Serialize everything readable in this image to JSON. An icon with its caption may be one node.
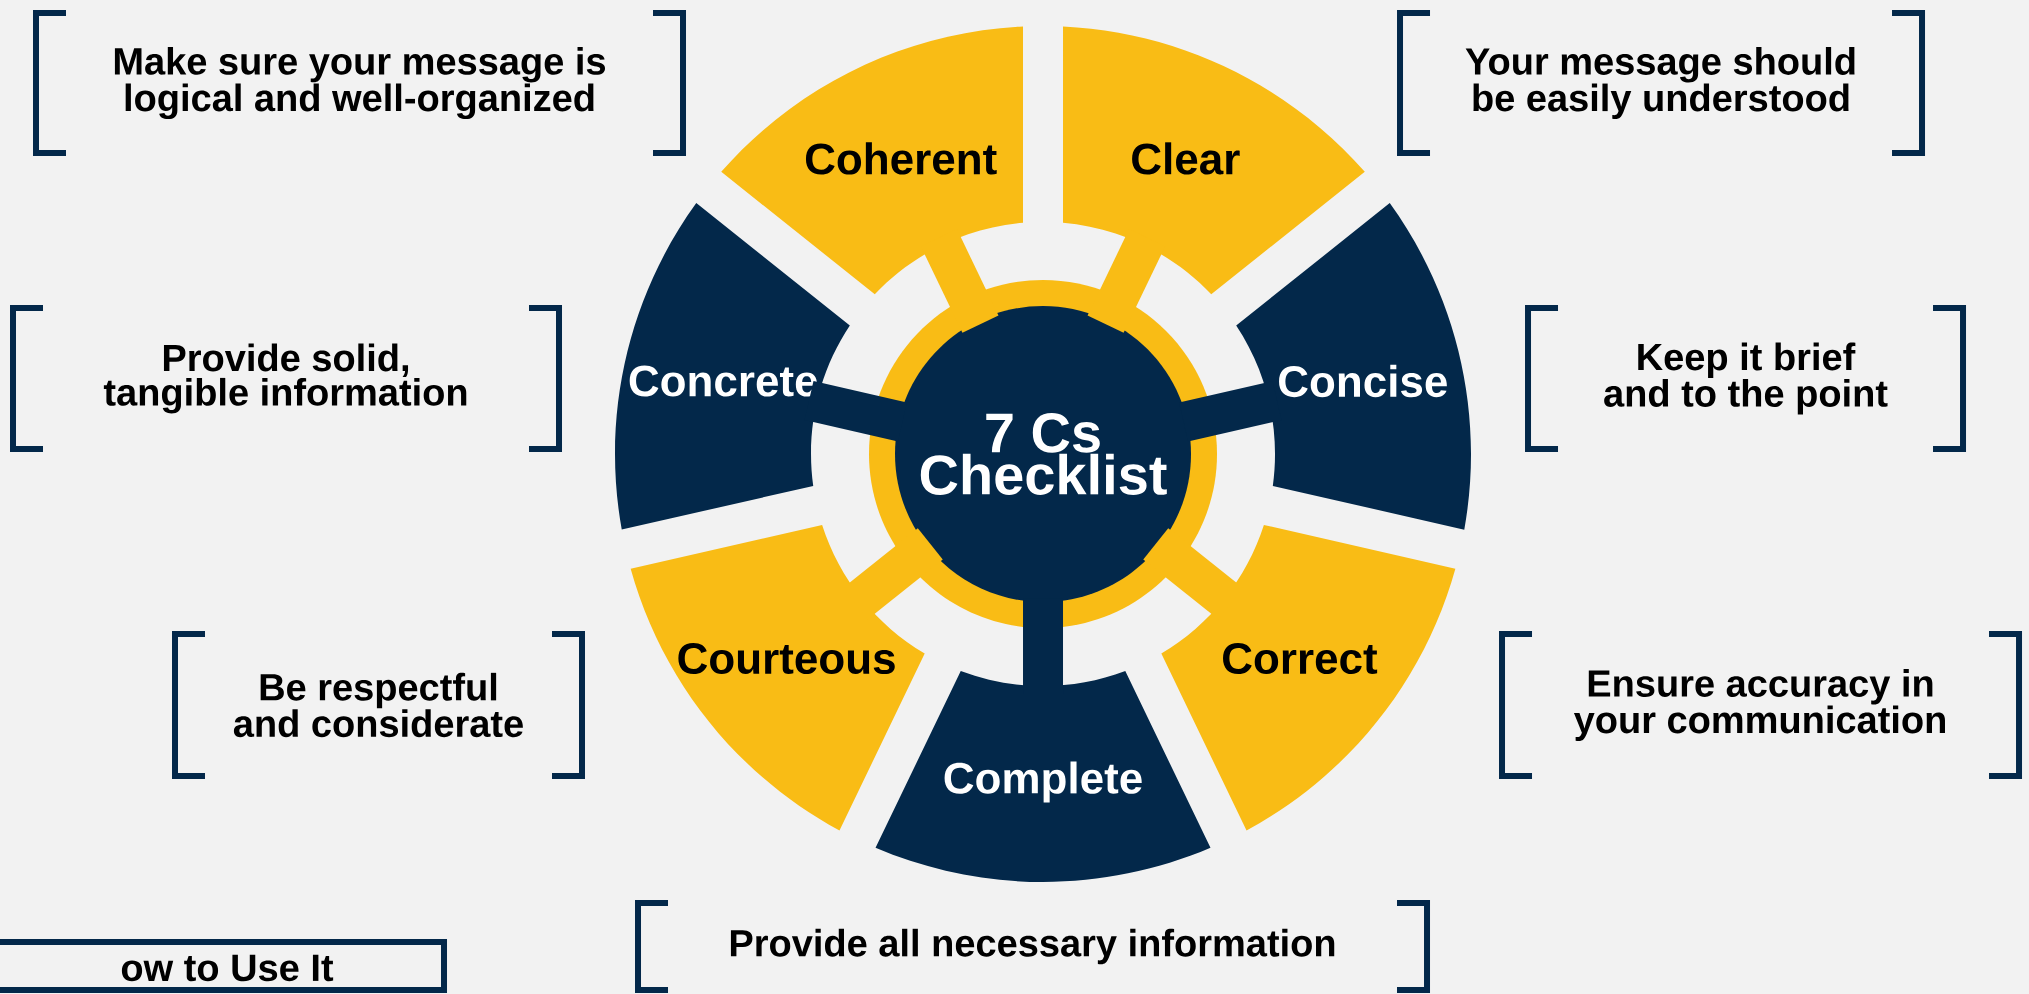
{
  "diagram": {
    "nodes": [
      {
        "text": [
          "Make sure your message is logical and well-organized"
        ]
      },
      {
        "text": [
          "Coherent"
        ]
      },
      {
        "text": [
          "Clear"
        ]
      },
      {
        "text": [
          "Your message should be easily understood"
        ]
      },
      {
        "text": [
          "Provide solid, tangible information"
        ]
      },
      {
        "text": [
          "Concrete"
        ]
      },
      {
        "text": [
          "7 Cs Checklist"
        ]
      },
      {
        "text": [
          "Concise"
        ]
      },
      {
        "text": [
          "Keep it brief and to the point"
        ]
      },
      {
        "text": [
          "Be respectful and considerate"
        ]
      },
      {
        "text": [
          "Courteous"
        ]
      },
      {
        "text": [
          "Correct"
        ]
      },
      {
        "text": [
          "Ensure accuracy in your communication"
        ]
      },
      {
        "text": [
          "Complete"
        ]
      },
      {
        "text": [
          "Provide all necessary information"
        ]
      },
      {
        "text": [
          "ow to Use It"
        ]
      }
    ],
    "edges": [
      {
        "from": 6,
        "to": 1,
        "arrow": "none"
      },
      {
        "from": 6,
        "to": 2,
        "arrow": "none"
      },
      {
        "from": 6,
        "to": 5,
        "arrow": "none",
        "color": "#03284a"
      },
      {
        "from": 6,
        "to": 7,
        "arrow": "none",
        "color": "#03284a"
      },
      {
        "from": 6,
        "to": 10,
        "arrow": "none"
      },
      {
        "from": 6,
        "to": 11,
        "arrow": "none"
      },
      {
        "from": 6,
        "to": 13,
        "arrow": "none",
        "color": "#03284a"
      }
    ]
  }
}
